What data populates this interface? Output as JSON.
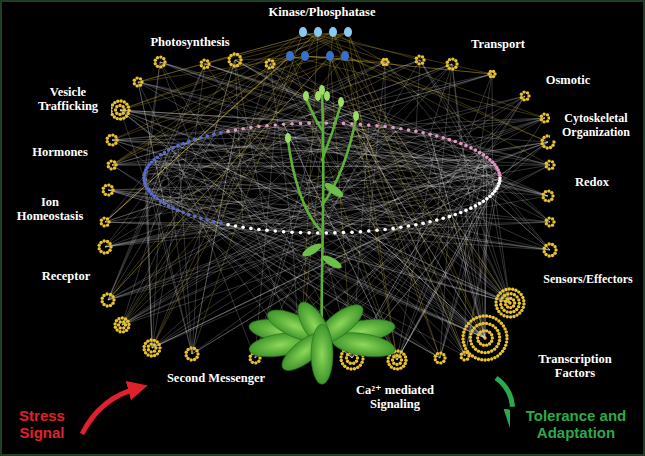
{
  "diagram": {
    "labels": [
      "Kinase/Phosphatase",
      "Photosynthesis",
      "Transport",
      "Vesicle Trafficking",
      "Osmotic",
      "Cytoskeletal Organization",
      "Hormones",
      "Redox",
      "Ion Homeostasis",
      "Receptor",
      "Sensors/Effectors",
      "Transcription Factors",
      "Second Messenger",
      "Ca²⁺ mediated Signaling",
      "Stress Signal",
      "Tolerance and Adaptation"
    ]
  }
}
